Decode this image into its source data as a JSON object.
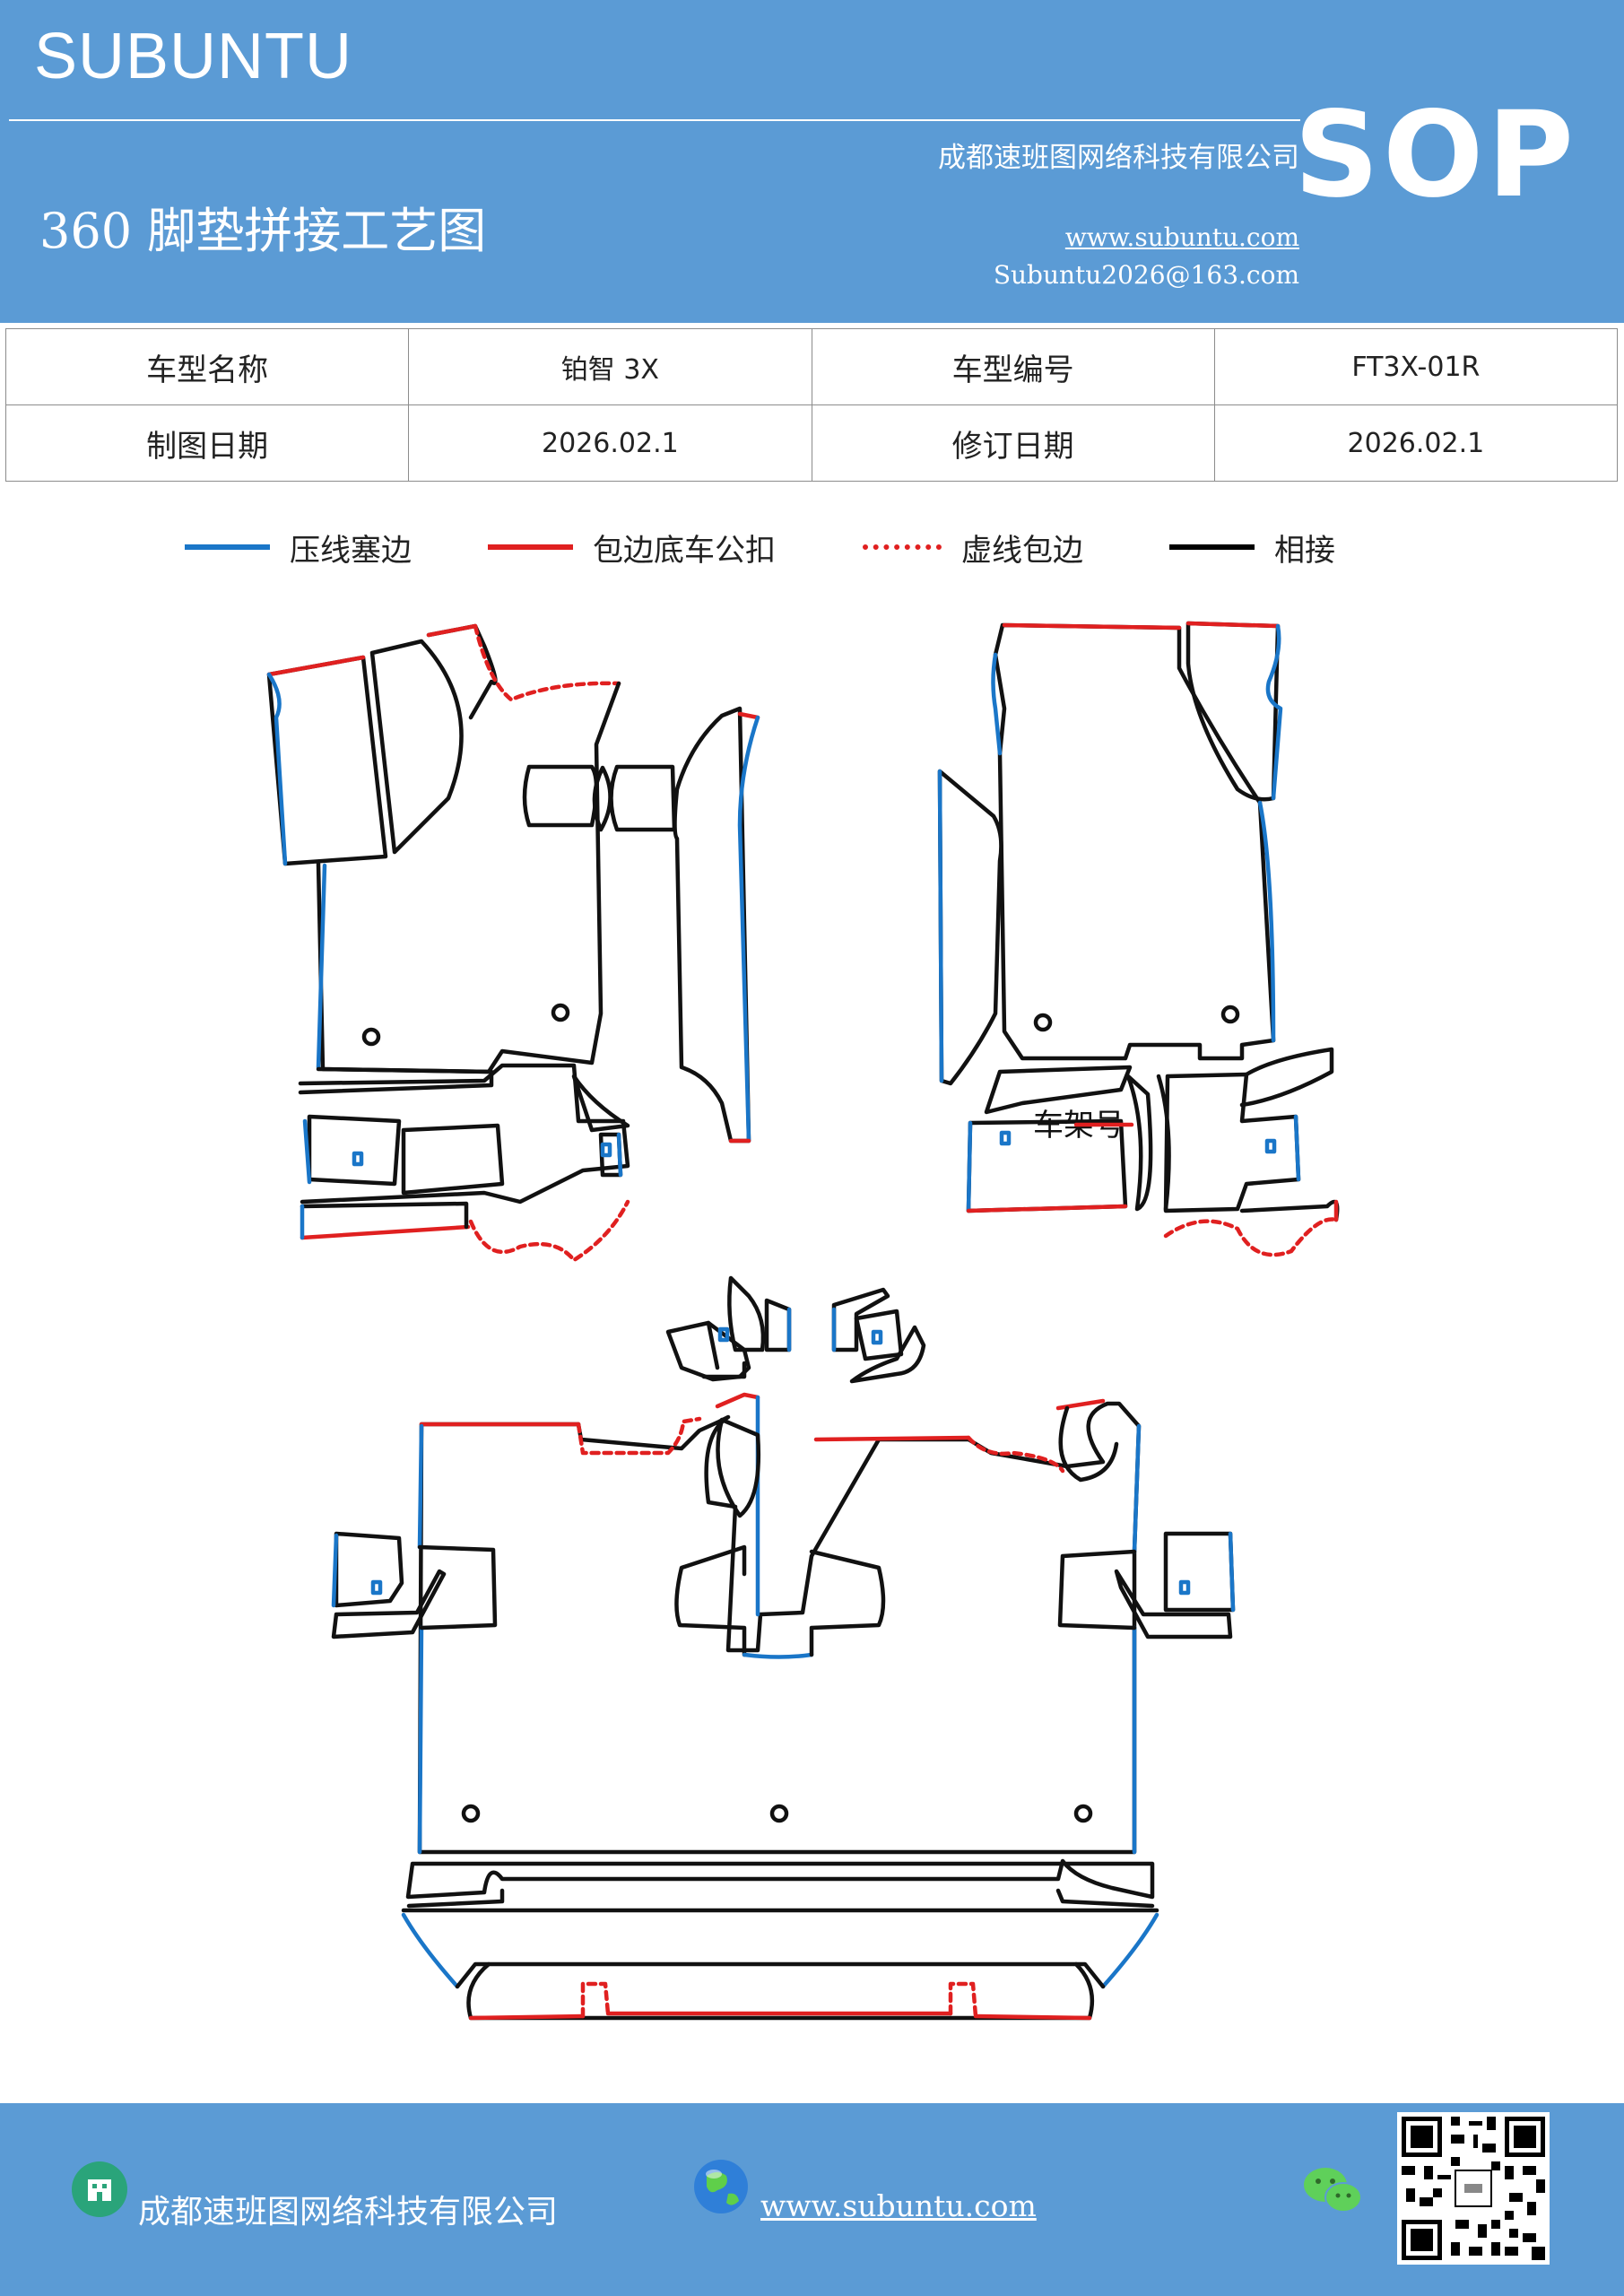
{
  "header": {
    "brand": "SUBUNTU",
    "company": "成都速班图网络科技有限公司",
    "title": "360 脚垫拼接工艺图",
    "website": "www.subuntu.com",
    "email": "Subuntu2026@163.com",
    "badge": "SOP"
  },
  "info_table": {
    "rows": [
      {
        "label1": "车型名称",
        "value1": "铂智 3X",
        "label2": "车型编号",
        "value2": "FT3X-01R"
      },
      {
        "label1": "制图日期",
        "value1": "2026.02.1",
        "label2": "修订日期",
        "value2": "2026.02.1"
      }
    ]
  },
  "legend": [
    {
      "label": "压线塞边",
      "color": "#1a76c8",
      "style": "solid"
    },
    {
      "label": "包边底车公扣",
      "color": "#e02020",
      "style": "solid"
    },
    {
      "label": "虚线包边",
      "color": "#e02020",
      "style": "dotted"
    },
    {
      "label": "相接",
      "color": "#000000",
      "style": "solid"
    }
  ],
  "diagram": {
    "frame_label": "车架号",
    "colors": {
      "blue": "#1a76c8",
      "red": "#e02020",
      "black": "#111111"
    }
  },
  "footer": {
    "company": "成都速班图网络科技有限公司",
    "website": "www.subuntu.com"
  }
}
